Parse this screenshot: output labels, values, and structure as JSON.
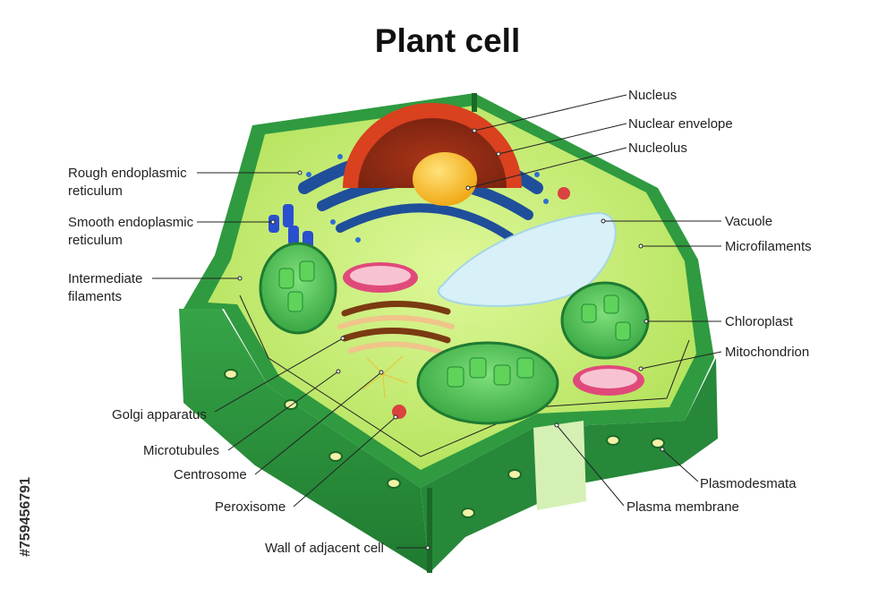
{
  "title": "Plant cell",
  "stock_id": "#759456791",
  "labels": {
    "nucleus": "Nucleus",
    "nuclear_envelope": "Nuclear envelope",
    "nucleolus": "Nucleolus",
    "rough_er_1": "Rough endoplasmic",
    "rough_er_2": "reticulum",
    "smooth_er_1": "Smooth endoplasmic",
    "smooth_er_2": "reticulum",
    "intermediate_1": "Intermediate",
    "intermediate_2": "filaments",
    "vacuole": "Vacuole",
    "microfilaments": "Microfilaments",
    "chloroplast": "Chloroplast",
    "mitochondrion": "Mitochondrion",
    "golgi": "Golgi apparatus",
    "microtubules": "Microtubules",
    "centrosome": "Centrosome",
    "peroxisome": "Peroxisome",
    "plasmodesmata": "Plasmodesmata",
    "plasma_membrane": "Plasma membrane",
    "wall_adjacent": "Wall of adjacent cell"
  },
  "colors": {
    "cell_wall": "#2e9a3e",
    "cell_wall_dark": "#1f7a30",
    "cytoplasm": "#c8ec6a",
    "nucleus": "#d9411f",
    "nucleolus": "#f4c21b",
    "rough_er": "#1f4f9a",
    "vacuole": "#d8f0f7",
    "chloroplast": "#3cc24a",
    "mitochondrion": "#e04a7a"
  }
}
